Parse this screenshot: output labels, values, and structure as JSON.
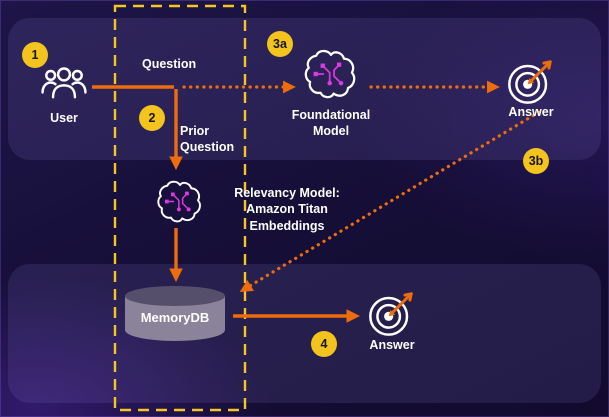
{
  "colors": {
    "background": "#150e36",
    "panel": "#2b2457",
    "arrow_orange": "#ed6c0c",
    "badge_yellow": "#f3c31e",
    "dashed_yellow": "#f3c623",
    "circuit_magenta": "#da3be0",
    "text_white": "#ffffff"
  },
  "steps": {
    "s1": "1",
    "s2": "2",
    "s3a": "3a",
    "s3b": "3b",
    "s4": "4"
  },
  "nodes": {
    "user": "User",
    "question": "Question",
    "prior_question": "Prior Question",
    "foundational_model": "Foundational Model",
    "answer_top": "Answer",
    "relevancy_lines": [
      "Relevancy Model:",
      "Amazon Titan",
      "Embeddings"
    ],
    "memorydb": "MemoryDB",
    "answer_bottom": "Answer"
  }
}
